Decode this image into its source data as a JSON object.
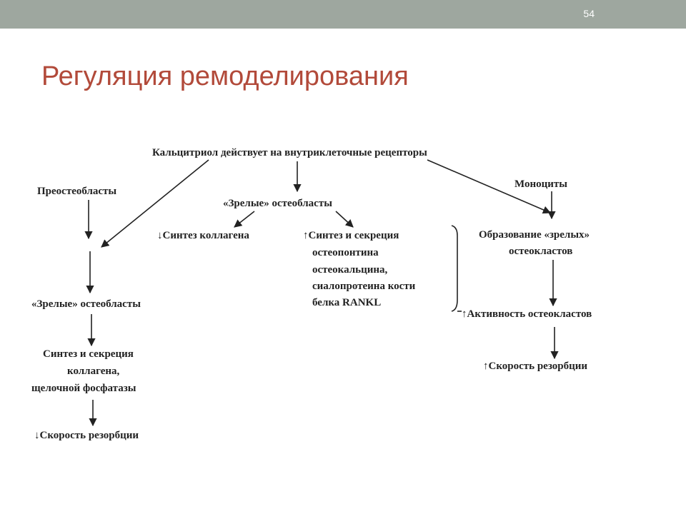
{
  "slide": {
    "number": "54",
    "title": "Регуляция ремоделирования"
  },
  "diagram": {
    "root": "Кальцитриол действует на внутриклеточные рецепторы",
    "left": {
      "preosteoblasts": "Преостеобласты",
      "mature_osteoblasts": "«Зрелые» остеобласты",
      "synthesis_line1": "Синтез и секреция",
      "synthesis_line2": "коллагена,",
      "synthesis_line3": "щелочной фосфатазы",
      "resorption": "↓Скорость резорбции"
    },
    "middle": {
      "mature_osteoblasts": "«Зрелые» остеобласты",
      "collagen": "↓Синтез коллагена",
      "secretion_line1": "↑Синтез и секреция",
      "secretion_line2": "остеопонтина",
      "secretion_line3": "остеокальцина,",
      "secretion_line4": "сиалопротеина кости",
      "secretion_line5": "белка RANKL"
    },
    "right": {
      "monocytes": "Моноциты",
      "formation_line1": "Образование «зрелых»",
      "formation_line2": "остеокластов",
      "activity": "↑Активность остеокластов",
      "resorption": "↑Скорость резорбции"
    }
  }
}
